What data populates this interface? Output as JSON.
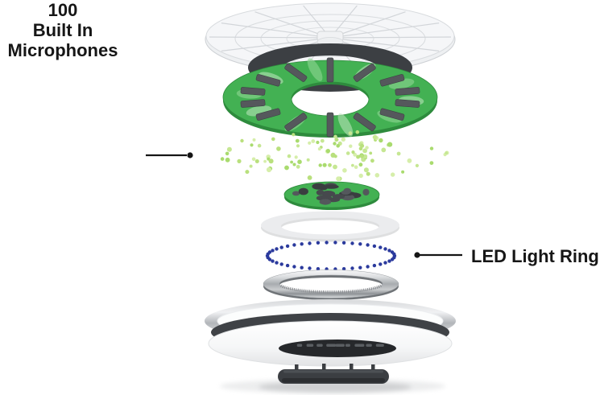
{
  "labels": {
    "microphones": {
      "lines": [
        "100",
        "Built In",
        "Microphones"
      ]
    },
    "led": {
      "text": "LED Light Ring"
    }
  },
  "diagram": {
    "mic_dots": {
      "count": 100,
      "colors": [
        "#b9e07d",
        "#c6e793",
        "#a9db6e",
        "#d6eeaa"
      ]
    },
    "led_dots": {
      "count": 46,
      "color": "#2b3a9d"
    },
    "pcb_green": "#43b153",
    "pcb_green_dark": "#2e8b3d",
    "component_gray": "#55585c",
    "leader_color": "#151515",
    "text_color": "#161616"
  }
}
